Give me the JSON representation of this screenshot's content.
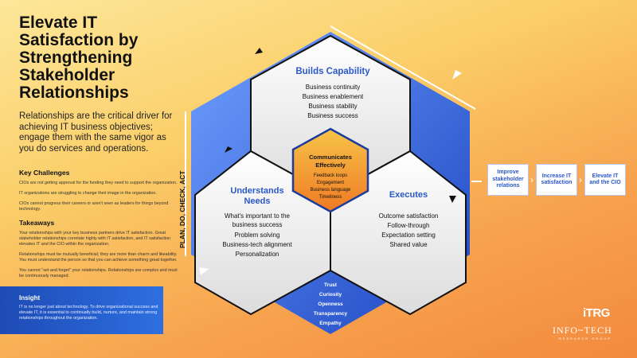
{
  "title": "Elevate IT Satisfaction by Strengthening Stakeholder Relationships",
  "subtitle": "Relationships are the critical driver for achieving IT business objectives; engage them with the same vigor as you do services and operations.",
  "key_challenges": {
    "heading": "Key Challenges",
    "items": [
      "CIOs are not getting approval for the funding they need to support the organization.",
      "IT organizations are struggling to change their image in the organization.",
      "CIOs cannot progress their careers or aren't seen as leaders for things beyond technology."
    ]
  },
  "takeaways": {
    "heading": "Takeaways",
    "items": [
      "Your relationships with your key business partners drive IT satisfaction. Great stakeholder relationships correlate highly with IT satisfaction, and IT satisfaction elevates IT and the CIO within the organization.",
      "Relationships must be mutually beneficial; they are more than charm and likeability. You must understand the person so that you can achieve something great together.",
      "You cannot \"set and forget\" your relationships. Relationships are complex and must be continuously managed."
    ]
  },
  "insight": {
    "heading": "Insight",
    "text": "IT is no longer just about technology. To drive organizational success and elevate IT, it is essential to continually build, nurture, and maintain strong relationships throughout the organization."
  },
  "cycle_label": "PLAN, DO, CHECK, ACT",
  "builds_capability": {
    "heading": "Builds Capability",
    "items": [
      "Business continuity",
      "Business enablement",
      "Business stability",
      "Business success"
    ]
  },
  "understands_needs": {
    "heading_line1": "Understands",
    "heading_line2": "Needs",
    "items": [
      "What's important to the",
      "business success",
      "Problem solving",
      "Business-tech alignment",
      "Personalization"
    ]
  },
  "executes": {
    "heading": "Executes",
    "items": [
      "Outcome satisfaction",
      "Follow-through",
      "Expectation setting",
      "Shared value"
    ]
  },
  "communicates": {
    "heading_line1": "Communicates",
    "heading_line2": "Effectively",
    "items": [
      "Feedback loops",
      "Engagement",
      "Business language",
      "Timeliness"
    ]
  },
  "foundation": {
    "items": [
      "Trust",
      "Curiosity",
      "Openness",
      "Transparency",
      "Empathy"
    ]
  },
  "outcomes": [
    {
      "line1": "Improve",
      "line2": "stakeholder",
      "line3": "relations"
    },
    {
      "line1": "Increase IT",
      "line2": "satisfaction",
      "line3": ""
    },
    {
      "line1": "Elevate IT",
      "line2": "and the CIO",
      "line3": ""
    }
  ],
  "logo": {
    "mark": "iTRG",
    "name": "INFO~TECH",
    "tagline": "RESEARCH GROUP"
  },
  "colors": {
    "blue": "#2a58c8",
    "orange": "#f08a2e",
    "background": "#fbcf6a"
  }
}
